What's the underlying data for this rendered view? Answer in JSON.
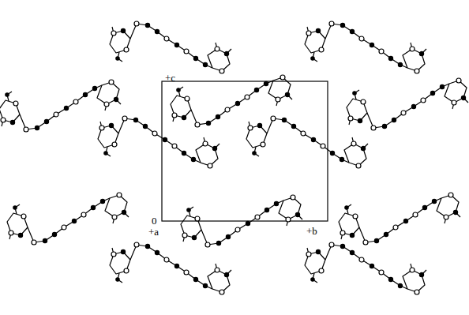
{
  "diagram": {
    "labels": [
      "+c",
      "0",
      "+a",
      "+b"
    ]
  }
}
